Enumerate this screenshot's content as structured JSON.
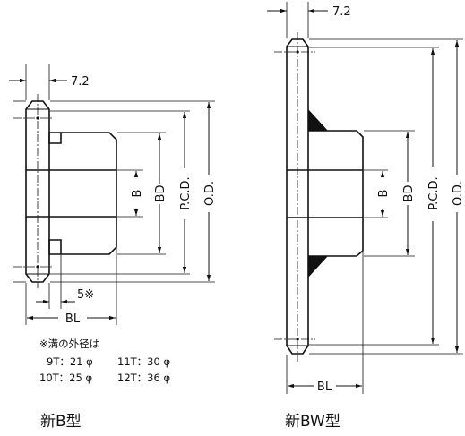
{
  "left_view": {
    "dim_top": "7.2",
    "dim_b": "B",
    "dim_bd": "BD",
    "dim_pcd": "P.C.D.",
    "dim_od": "O.D.",
    "dim_groove": "5※",
    "dim_bl": "BL",
    "note_title": "※溝の外径は",
    "note_row1_a": "9T：21 φ",
    "note_row1_b": "11T：30 φ",
    "note_row2_a": "10T：25 φ",
    "note_row2_b": "12T：36 φ",
    "caption": "新B型"
  },
  "right_view": {
    "dim_top": "7.2",
    "dim_b": "B",
    "dim_bd": "BD",
    "dim_pcd": "P.C.D.",
    "dim_od": "O.D.",
    "dim_bl": "BL",
    "caption": "新BW型"
  }
}
